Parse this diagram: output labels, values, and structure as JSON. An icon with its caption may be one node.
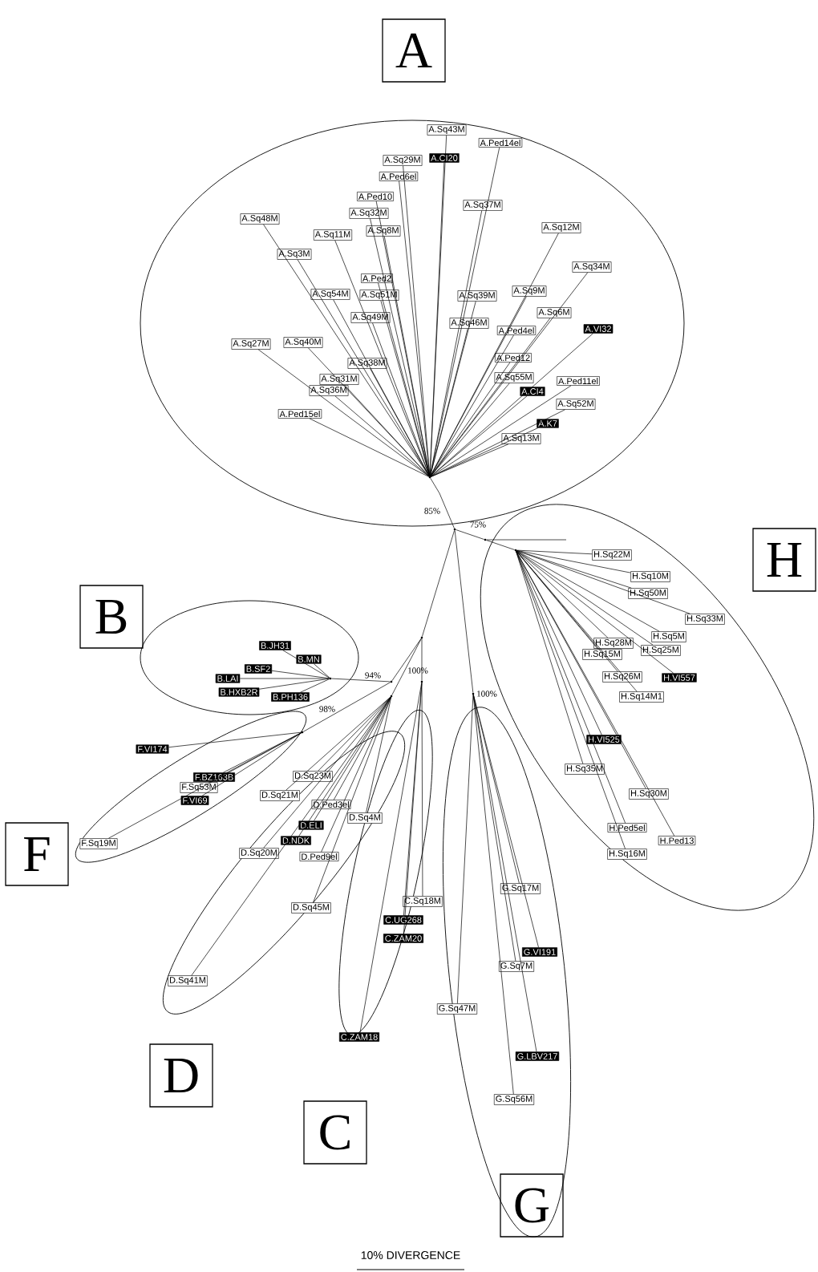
{
  "diagram": {
    "nodes": [
      {
        "text": [
          "A"
        ]
      },
      {
        "text": [
          "A.Sq43M"
        ]
      },
      {
        "text": [
          "A.Ped14el"
        ]
      },
      {
        "text": [
          "A.CI20"
        ]
      },
      {
        "text": [
          "A.Sq29M"
        ]
      },
      {
        "text": [
          "A.Ped6el"
        ]
      },
      {
        "text": [
          "A.Ped10"
        ]
      },
      {
        "text": [
          "A.Sq37M"
        ]
      },
      {
        "text": [
          "A.Sq32M"
        ]
      },
      {
        "text": [
          "A.Sq48M"
        ]
      },
      {
        "text": [
          "A.Sq12M"
        ]
      },
      {
        "text": [
          "A.Sq8M"
        ]
      },
      {
        "text": [
          "A.Sq11M"
        ]
      },
      {
        "text": [
          "A.Sq3M"
        ]
      },
      {
        "text": [
          "A.Sq34M"
        ]
      },
      {
        "text": [
          "A.Ped2"
        ]
      },
      {
        "text": [
          "A.Sq54M"
        ]
      },
      {
        "text": [
          "A.Sq51M"
        ]
      },
      {
        "text": [
          "A.Sq9M"
        ]
      },
      {
        "text": [
          "A.Sq39M"
        ]
      },
      {
        "text": [
          "A.Sq6M"
        ]
      },
      {
        "text": [
          "A.Sq49M"
        ]
      },
      {
        "text": [
          "A.Sq46M"
        ]
      },
      {
        "text": [
          "A.VI32"
        ]
      },
      {
        "text": [
          "A.Ped4el"
        ]
      },
      {
        "text": [
          "A.Sq27M"
        ]
      },
      {
        "text": [
          "A.Sq40M"
        ]
      },
      {
        "text": [
          "A.Ped12"
        ]
      },
      {
        "text": [
          "A.Sq38M"
        ]
      },
      {
        "text": [
          "A.Sq55M"
        ]
      },
      {
        "text": [
          "A.Sq31M"
        ]
      },
      {
        "text": [
          "A.Ped11el"
        ]
      },
      {
        "text": [
          "A.Sq36M"
        ]
      },
      {
        "text": [
          "A.CI4"
        ]
      },
      {
        "text": [
          "A.Sq52M"
        ]
      },
      {
        "text": [
          "A.Ped15el"
        ]
      },
      {
        "text": [
          "A.K7"
        ]
      },
      {
        "text": [
          "A.Sq13M"
        ]
      },
      {
        "text": [
          "B"
        ]
      },
      {
        "text": [
          "B.JH31"
        ]
      },
      {
        "text": [
          "B.MN"
        ]
      },
      {
        "text": [
          "B.SF2"
        ]
      },
      {
        "text": [
          "B.LAI"
        ]
      },
      {
        "text": [
          "B.HXB2R"
        ]
      },
      {
        "text": [
          "B.PH136"
        ]
      },
      {
        "text": [
          "H"
        ]
      },
      {
        "text": [
          "H.Sq22M"
        ]
      },
      {
        "text": [
          "H.Sq10M"
        ]
      },
      {
        "text": [
          "H.Sq50M"
        ]
      },
      {
        "text": [
          "H.Sq33M"
        ]
      },
      {
        "text": [
          "H.Sq5M"
        ]
      },
      {
        "text": [
          "H.Sq28M"
        ]
      },
      {
        "text": [
          "H.Sq25M"
        ]
      },
      {
        "text": [
          "H.Sq15M"
        ]
      },
      {
        "text": [
          "H.Sq26M"
        ]
      },
      {
        "text": [
          "H.VI557"
        ]
      },
      {
        "text": [
          "H.Sq14M1"
        ]
      },
      {
        "text": [
          "H.VI525"
        ]
      },
      {
        "text": [
          "H.Sq35M"
        ]
      },
      {
        "text": [
          "H.Sq30M"
        ]
      },
      {
        "text": [
          "H.Ped5el"
        ]
      },
      {
        "text": [
          "H.Ped13"
        ]
      },
      {
        "text": [
          "H.Sq16M"
        ]
      },
      {
        "text": [
          "F"
        ]
      },
      {
        "text": [
          "F.VI174"
        ]
      },
      {
        "text": [
          "F.BZ163B"
        ]
      },
      {
        "text": [
          "F.Sq53M"
        ]
      },
      {
        "text": [
          "F.VI69"
        ]
      },
      {
        "text": [
          "F.Sq19M"
        ]
      },
      {
        "text": [
          "D"
        ]
      },
      {
        "text": [
          "D.Sq23M"
        ]
      },
      {
        "text": [
          "D.Sq21M"
        ]
      },
      {
        "text": [
          "D.Ped3el"
        ]
      },
      {
        "text": [
          "D.Sq4M"
        ]
      },
      {
        "text": [
          "D.ELI"
        ]
      },
      {
        "text": [
          "D.NDK"
        ]
      },
      {
        "text": [
          "D.Sq20M"
        ]
      },
      {
        "text": [
          "D.Ped9el"
        ]
      },
      {
        "text": [
          "D.Sq45M"
        ]
      },
      {
        "text": [
          "D.Sq41M"
        ]
      },
      {
        "text": [
          "C"
        ]
      },
      {
        "text": [
          "C.Sq18M"
        ]
      },
      {
        "text": [
          "C.UG268"
        ]
      },
      {
        "text": [
          "C.ZAM20"
        ]
      },
      {
        "text": [
          "C.ZAM18"
        ]
      },
      {
        "text": [
          "G"
        ]
      },
      {
        "text": [
          "G.Sq17M"
        ]
      },
      {
        "text": [
          "G.VI191"
        ]
      },
      {
        "text": [
          "G.Sq7M"
        ]
      },
      {
        "text": [
          "G.Sq47M"
        ]
      },
      {
        "text": [
          "G.LBV217"
        ]
      },
      {
        "text": [
          "G.Sq56M"
        ]
      },
      {
        "text": [],
        "shape": "dot"
      },
      {
        "text": [],
        "shape": "dot"
      },
      {
        "text": [],
        "shape": "dot"
      },
      {
        "text": [],
        "shape": "dot"
      },
      {
        "text": [],
        "shape": "dot"
      },
      {
        "text": [],
        "shape": "dot"
      },
      {
        "text": [],
        "shape": "dot"
      },
      {
        "text": [],
        "shape": "dot"
      },
      {
        "text": [],
        "shape": "dot"
      },
      {
        "text": [],
        "shape": "dot"
      },
      {
        "text": [],
        "shape": "dot"
      }
    ],
    "edges": [
      {
        "from": 92,
        "to": 1,
        "arrow": "none"
      },
      {
        "from": 92,
        "to": 2,
        "arrow": "none"
      },
      {
        "from": 92,
        "to": 3,
        "arrow": "none"
      },
      {
        "from": 92,
        "to": 4,
        "arrow": "none"
      },
      {
        "from": 92,
        "to": 5,
        "arrow": "none"
      },
      {
        "from": 92,
        "to": 6,
        "arrow": "none"
      },
      {
        "from": 92,
        "to": 7,
        "arrow": "none"
      },
      {
        "from": 92,
        "to": 8,
        "arrow": "none"
      },
      {
        "from": 92,
        "to": 9,
        "arrow": "none"
      },
      {
        "from": 92,
        "to": 10,
        "arrow": "none"
      },
      {
        "from": 92,
        "to": 11,
        "arrow": "none"
      },
      {
        "from": 92,
        "to": 12,
        "arrow": "none"
      },
      {
        "from": 92,
        "to": 13,
        "arrow": "none"
      },
      {
        "from": 92,
        "to": 14,
        "arrow": "none"
      },
      {
        "from": 92,
        "to": 15,
        "arrow": "none"
      },
      {
        "from": 92,
        "to": 16,
        "arrow": "none"
      },
      {
        "from": 92,
        "to": 17,
        "arrow": "none"
      },
      {
        "from": 92,
        "to": 18,
        "arrow": "none"
      },
      {
        "from": 92,
        "to": 19,
        "arrow": "none"
      },
      {
        "from": 92,
        "to": 20,
        "arrow": "none"
      },
      {
        "from": 92,
        "to": 21,
        "arrow": "none"
      },
      {
        "from": 92,
        "to": 22,
        "arrow": "none"
      },
      {
        "from": 92,
        "to": 23,
        "arrow": "none"
      },
      {
        "from": 92,
        "to": 24,
        "arrow": "none"
      },
      {
        "from": 92,
        "to": 25,
        "arrow": "none"
      },
      {
        "from": 92,
        "to": 26,
        "arrow": "none"
      },
      {
        "from": 92,
        "to": 27,
        "arrow": "none"
      },
      {
        "from": 92,
        "to": 28,
        "arrow": "none"
      },
      {
        "from": 92,
        "to": 29,
        "arrow": "none"
      },
      {
        "from": 92,
        "to": 30,
        "arrow": "none"
      },
      {
        "from": 92,
        "to": 31,
        "arrow": "none"
      },
      {
        "from": 92,
        "to": 32,
        "arrow": "none"
      },
      {
        "from": 92,
        "to": 33,
        "arrow": "none"
      },
      {
        "from": 92,
        "to": 34,
        "arrow": "none"
      },
      {
        "from": 92,
        "to": 35,
        "arrow": "none"
      },
      {
        "from": 92,
        "to": 36,
        "arrow": "none"
      },
      {
        "from": 92,
        "to": 37,
        "arrow": "none"
      },
      {
        "from": 98,
        "to": 39,
        "arrow": "none"
      },
      {
        "from": 98,
        "to": 40,
        "arrow": "none"
      },
      {
        "from": 98,
        "to": 41,
        "arrow": "none"
      },
      {
        "from": 98,
        "to": 42,
        "arrow": "none"
      },
      {
        "from": 98,
        "to": 43,
        "arrow": "none"
      },
      {
        "from": 98,
        "to": 44,
        "arrow": "none"
      },
      {
        "from": 95,
        "to": 46,
        "arrow": "none"
      },
      {
        "from": 95,
        "to": 47,
        "arrow": "none"
      },
      {
        "from": 95,
        "to": 48,
        "arrow": "none"
      },
      {
        "from": 95,
        "to": 49,
        "arrow": "none"
      },
      {
        "from": 95,
        "to": 50,
        "arrow": "none"
      },
      {
        "from": 95,
        "to": 51,
        "arrow": "none"
      },
      {
        "from": 95,
        "to": 52,
        "arrow": "none"
      },
      {
        "from": 95,
        "to": 53,
        "arrow": "none"
      },
      {
        "from": 95,
        "to": 54,
        "arrow": "none"
      },
      {
        "from": 95,
        "to": 55,
        "arrow": "none"
      },
      {
        "from": 95,
        "to": 56,
        "arrow": "none"
      },
      {
        "from": 95,
        "to": 57,
        "arrow": "none"
      },
      {
        "from": 95,
        "to": 58,
        "arrow": "none"
      },
      {
        "from": 95,
        "to": 59,
        "arrow": "none"
      },
      {
        "from": 95,
        "to": 60,
        "arrow": "none"
      },
      {
        "from": 95,
        "to": 61,
        "arrow": "none"
      },
      {
        "from": 95,
        "to": 62,
        "arrow": "none"
      },
      {
        "from": 99,
        "to": 64,
        "arrow": "none"
      },
      {
        "from": 99,
        "to": 65,
        "arrow": "none"
      },
      {
        "from": 99,
        "to": 66,
        "arrow": "none"
      },
      {
        "from": 99,
        "to": 67,
        "arrow": "none"
      },
      {
        "from": 99,
        "to": 68,
        "arrow": "none"
      },
      {
        "from": 100,
        "to": 70,
        "arrow": "none"
      },
      {
        "from": 100,
        "to": 71,
        "arrow": "none"
      },
      {
        "from": 100,
        "to": 72,
        "arrow": "none"
      },
      {
        "from": 100,
        "to": 73,
        "arrow": "none"
      },
      {
        "from": 100,
        "to": 74,
        "arrow": "none"
      },
      {
        "from": 100,
        "to": 75,
        "arrow": "none"
      },
      {
        "from": 100,
        "to": 76,
        "arrow": "none"
      },
      {
        "from": 100,
        "to": 77,
        "arrow": "none"
      },
      {
        "from": 100,
        "to": 78,
        "arrow": "none"
      },
      {
        "from": 100,
        "to": 79,
        "arrow": "none"
      },
      {
        "from": 101,
        "to": 81,
        "arrow": "none"
      },
      {
        "from": 101,
        "to": 82,
        "arrow": "none"
      },
      {
        "from": 101,
        "to": 83,
        "arrow": "none"
      },
      {
        "from": 101,
        "to": 84,
        "arrow": "none"
      },
      {
        "from": 102,
        "to": 86,
        "arrow": "none"
      },
      {
        "from": 102,
        "to": 87,
        "arrow": "none"
      },
      {
        "from": 102,
        "to": 88,
        "arrow": "none"
      },
      {
        "from": 102,
        "to": 89,
        "arrow": "none"
      },
      {
        "from": 102,
        "to": 90,
        "arrow": "none"
      },
      {
        "from": 102,
        "to": 91,
        "arrow": "none"
      },
      {
        "from": 92,
        "to": 93,
        "arrow": "none"
      },
      {
        "from": 93,
        "to": 94,
        "arrow": "none"
      },
      {
        "from": 94,
        "to": 95,
        "arrow": "none"
      },
      {
        "from": 94,
        "to": null,
        "arrow": "none"
      },
      {
        "from": 93,
        "to": 96,
        "arrow": "none"
      },
      {
        "from": 96,
        "to": 97,
        "arrow": "none"
      },
      {
        "from": 97,
        "to": 98,
        "arrow": "none"
      },
      {
        "from": 97,
        "to": 99,
        "arrow": "none"
      },
      {
        "from": 96,
        "to": 100,
        "arrow": "none"
      },
      {
        "from": 96,
        "to": 101,
        "arrow": "none"
      },
      {
        "from": 93,
        "to": 102,
        "arrow": "none"
      }
    ],
    "labels": [
      "85%",
      "75%",
      "94%",
      "98%",
      "100%",
      "100%",
      "10% DIVERGENCE"
    ]
  }
}
